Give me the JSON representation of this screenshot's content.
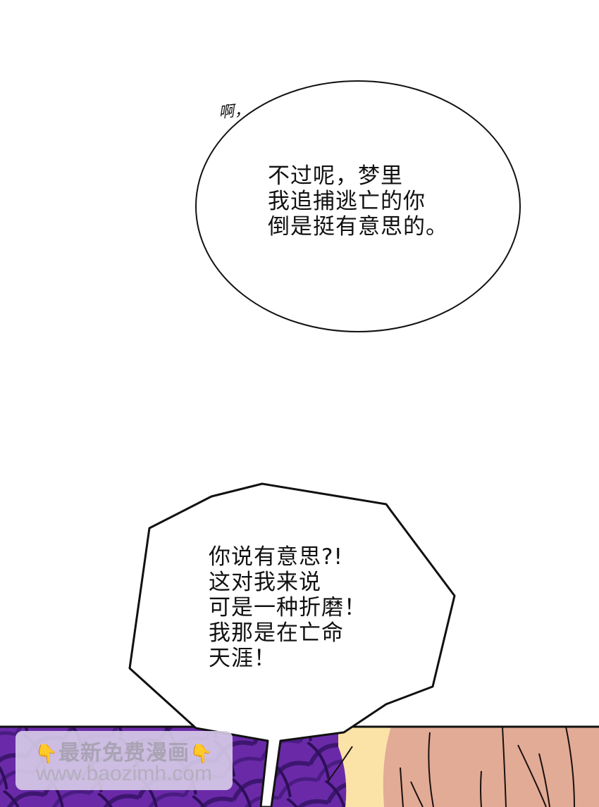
{
  "panels": {
    "top": {
      "sfx": "啊，",
      "bubble": {
        "shape": "oval",
        "lines": [
          "不过呢，梦里",
          "我追捕逃亡的你",
          "倒是挺有意思的。"
        ]
      }
    },
    "bottom": {
      "bubble": {
        "shape": "jagged",
        "lines": [
          "你说有意思?!",
          "这对我来说",
          "可是一种折磨！",
          "我那是在亡命",
          "天涯！"
        ]
      },
      "art_colors": {
        "purple_dark": "#3d1670",
        "purple_mid": "#6a2aa8",
        "hair_blonde": "#fbe3a7",
        "skin": "#e2ab95",
        "border": "#111111"
      }
    }
  },
  "watermark": {
    "hand_icon_left": "👇",
    "line1": "最新免费漫画",
    "hand_icon_right": "👇",
    "line2": "www.baozimh.com"
  }
}
